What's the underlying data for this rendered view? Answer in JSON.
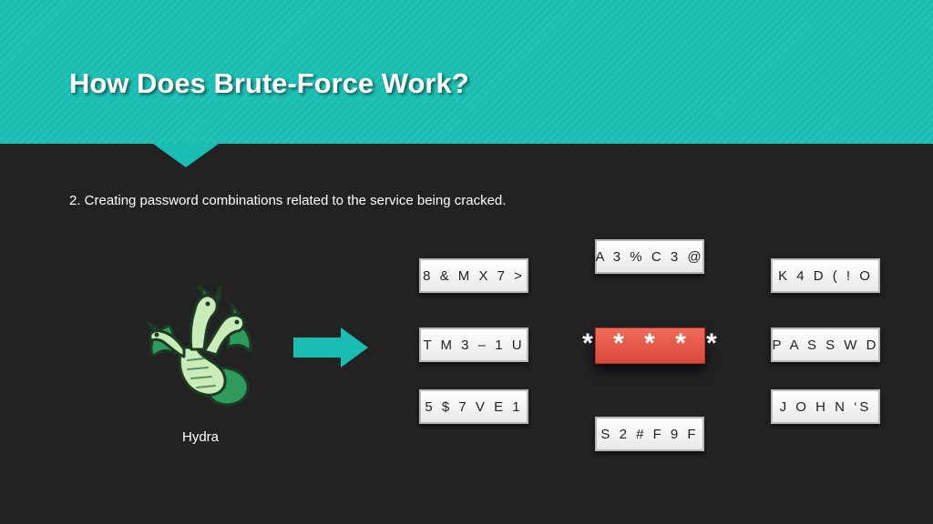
{
  "slide": {
    "title": "How Does Brute-Force Work?",
    "bullet": "2. Creating password combinations related to the service being cracked."
  },
  "hydra": {
    "label": "Hydra",
    "icon": "hydra-logo-icon"
  },
  "arrow": {
    "icon": "right-arrow-icon",
    "color": "#19bdb1"
  },
  "colors": {
    "header": "#19bdb1",
    "background": "#222222",
    "target": "#e35a4a"
  },
  "passwords": {
    "col1": [
      "8 & M X 7 >",
      "T M 3 – 1 U",
      "5 $ 7 V E 1"
    ],
    "col2_top": "A 3 % C 3 @",
    "target": "* * * * *",
    "col2_bottom": "S 2 # F 9 F",
    "col3": [
      "K 4 D ( ! O",
      "P A S S W D",
      "J O H N ‘S"
    ]
  }
}
